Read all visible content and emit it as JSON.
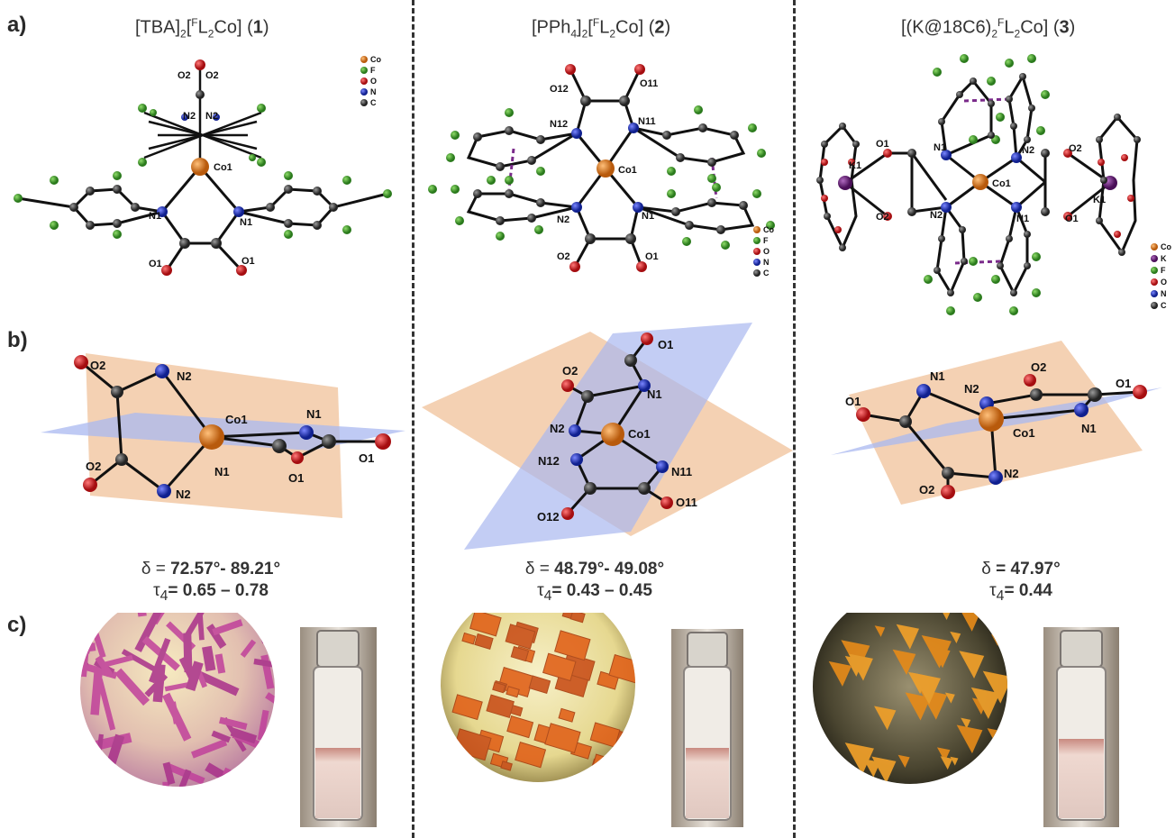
{
  "panels": {
    "a": "a)",
    "b": "b)",
    "c": "c)"
  },
  "columns": [
    {
      "title_pre": "[TBA]",
      "title_sub1": "2",
      "title_mid": "[",
      "title_sup": "F",
      "title_L": "L",
      "title_sub2": "2",
      "title_post": "Co] (",
      "title_num": "1",
      "title_close": ")",
      "delta_sym": "δ =",
      "delta_val": "72.57°- 89.21°",
      "tau_sym": "τ",
      "tau_sub": "4",
      "tau_val": "= 0.65 – 0.78",
      "crystal_color": "pink-magenta needles"
    },
    {
      "title_pre": "[PPh",
      "title_sub0": "4",
      "title_pre2": "]",
      "title_sub1": "2",
      "title_mid": "[",
      "title_sup": "F",
      "title_L": "L",
      "title_sub2": "2",
      "title_post": "Co] (",
      "title_num": "2",
      "title_close": ")",
      "delta_sym": "δ =",
      "delta_val": "48.79°- 49.08°",
      "tau_sym": "τ",
      "tau_sub": "4",
      "tau_val": "= 0.43 – 0.45",
      "crystal_color": "orange plates"
    },
    {
      "title_pre": "[(K@18C6)",
      "title_sub1": "2",
      "title_sup": "F",
      "title_L": "L",
      "title_sub2": "2",
      "title_post": "Co] (",
      "title_num": "3",
      "title_close": ")",
      "delta_sym": "δ",
      "delta_val": "= 47.97°",
      "tau_sym": "τ",
      "tau_sub": "4",
      "tau_val": "= 0.44",
      "crystal_color": "orange shards"
    }
  ],
  "atoms": {
    "co1": "Co1",
    "n1": "N1",
    "n2": "N2",
    "o1": "O1",
    "o2": "O2",
    "n11": "N11",
    "n12": "N12",
    "o11": "O11",
    "o12": "O12",
    "k1": "K1"
  },
  "legend_small": [
    "Co",
    "F",
    "O",
    "N",
    "C"
  ],
  "legend_k": [
    "Co",
    "K",
    "F",
    "O",
    "N",
    "C"
  ],
  "colors": {
    "co": "#e07a1f",
    "f": "#3c9a2a",
    "o": "#c8171c",
    "n": "#1f2ed0",
    "c": "#3a3a3a",
    "k": "#6b1f7a",
    "plane_orange": "#f2c9a6",
    "plane_blue": "#aab8f0"
  }
}
